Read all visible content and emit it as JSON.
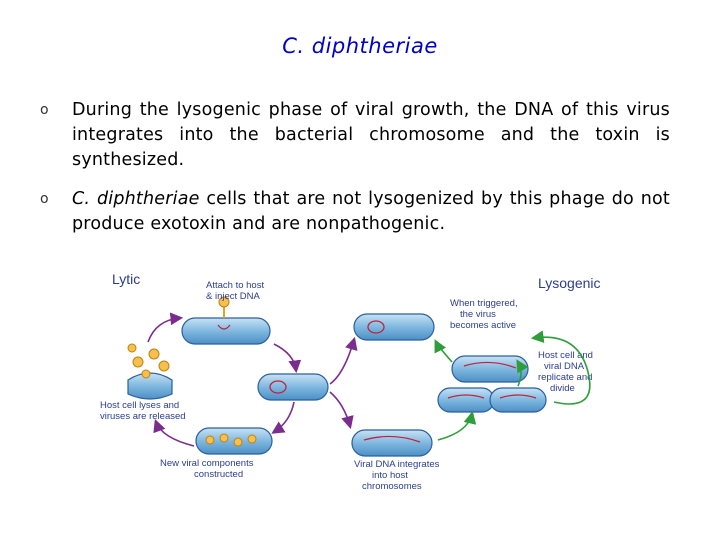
{
  "slide": {
    "title": "C. diphtheriae",
    "bullets": [
      {
        "text": "During the lysogenic phase of viral growth, the DNA of this virus integrates into the bacterial chromosome and the toxin is synthesized."
      },
      {
        "italic_lead": "C. diphtheriae",
        "text": " cells that are not lysogenized by this phage do not produce exotoxin and are nonpathogenic."
      }
    ],
    "bullet_marker": "o"
  },
  "diagram": {
    "lytic_label": "Lytic",
    "lysogenic_label": "Lysogenic",
    "attach_label_1": "Attach to host",
    "attach_label_2": "& inject DNA",
    "lyses_label_1": "Host cell lyses and",
    "lyses_label_2": "viruses are released",
    "components_label_1": "New viral components",
    "components_label_2": "constructed",
    "triggered_label_1": "When triggered,",
    "triggered_label_2": "the virus",
    "triggered_label_3": "becomes active",
    "replicate_label_1": "Host cell and",
    "replicate_label_2": "viral DNA",
    "replicate_label_3": "replicate and",
    "replicate_label_4": "divide",
    "integrates_label_1": "Viral DNA integrates",
    "integrates_label_2": "into host",
    "integrates_label_3": "chromosomes",
    "colors": {
      "cell_fill": "#7fb8e0",
      "cell_stroke": "#2a5f9e",
      "lytic_arrow": "#7b2d8e",
      "lysogenic_arrow": "#2e9e3a",
      "label_text": "#2b3d8f",
      "phage": "#e8a020"
    }
  }
}
